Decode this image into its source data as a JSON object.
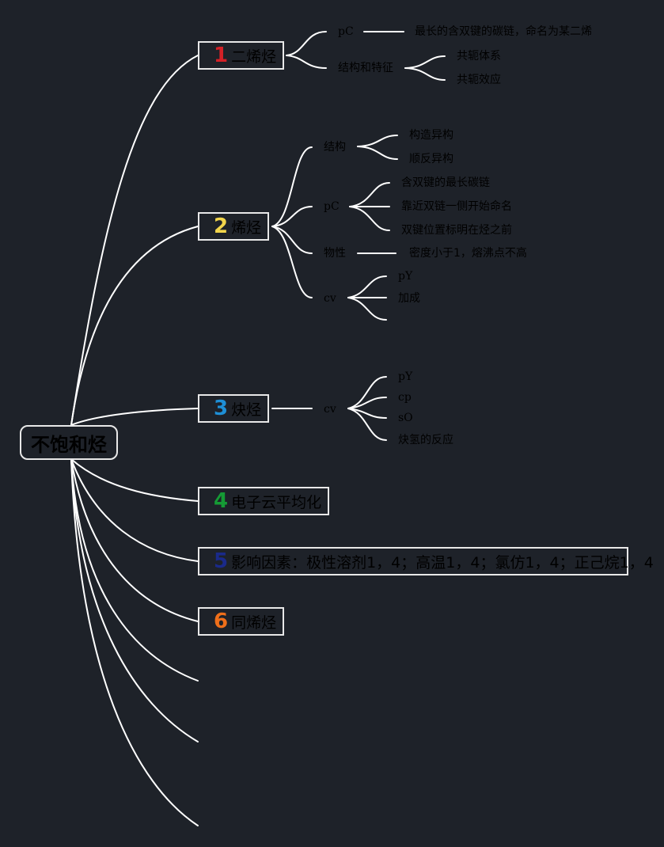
{
  "root": {
    "label": "不饱和烃"
  },
  "topics": [
    {
      "num": "1",
      "label": "二烯烃",
      "color": "#d42127"
    },
    {
      "num": "2",
      "label": "烯烃",
      "color": "#f2d54b"
    },
    {
      "num": "3",
      "label": "炔烃",
      "color": "#1e8fd6"
    },
    {
      "num": "4",
      "label": "电子云平均化",
      "color": "#159b35"
    },
    {
      "num": "5",
      "label": "影响因素：极性溶剂1，4；高温1，4；氯仿1，4；正己烷1，4",
      "color": "#1a2a8a"
    },
    {
      "num": "6",
      "label": "同烯烃",
      "color": "#ef6f1a"
    }
  ],
  "t1": {
    "pc": "pC",
    "pc_child": "最长的含双键的碳链，命名为某二烯",
    "struct": "结构和特征",
    "struct_children": [
      "共轭体系",
      "共轭效应"
    ]
  },
  "t2": {
    "struct": "结构",
    "struct_children": [
      "构造异构",
      "顺反异构"
    ],
    "pc": "pC",
    "pc_children": [
      "含双键的最长碳链",
      "靠近双链一侧开始命名",
      "双键位置标明在烃之前"
    ],
    "phys": "物性",
    "phys_child": "密度小于1，熔沸点不高",
    "cv": "cv",
    "cv_children": [
      "pY",
      "加成"
    ]
  },
  "t3": {
    "cv": "cv",
    "cv_children": [
      "pY",
      "cp",
      "sO",
      "炔氢的反应"
    ]
  }
}
